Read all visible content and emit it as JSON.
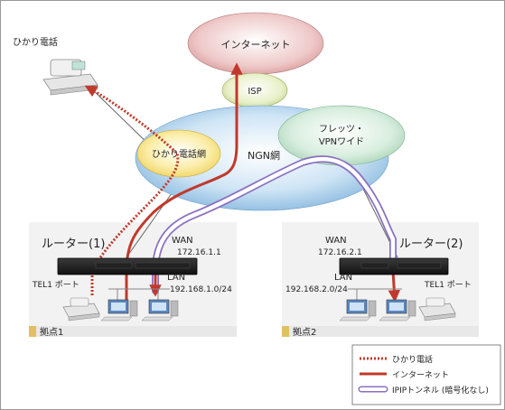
{
  "clouds": {
    "internet": "インターネット",
    "isp": "ISP",
    "ngn": "NGN網",
    "hikari_net": "ひかり電話網",
    "flets_vpn": [
      "フレッツ・",
      "VPNワイド"
    ]
  },
  "hikari_phone_label": "ひかり電話",
  "router1": {
    "title": "ルーター(1)",
    "wan_label": "WAN",
    "wan_ip": "172.16.1.1",
    "lan_label": "LAN",
    "lan_ip": "192.168.1.0/24",
    "tel_port": "TEL1 ポート",
    "site": "拠点1"
  },
  "router2": {
    "title": "ルーター(2)",
    "wan_label": "WAN",
    "wan_ip": "172.16.2.1",
    "lan_label": "LAN",
    "lan_ip": "192.168.2.0/24",
    "tel_port": "TEL1 ポート",
    "site": "拠点2"
  },
  "legend": {
    "items": [
      "ひかり電話",
      "インターネット",
      "IPIPトンネル (暗号化なし)"
    ]
  },
  "colors": {
    "internet": "#c0392b",
    "hikari_phone": "#c0392b",
    "tunnel": "#b39ddb",
    "site_bg": "#f2f2f2",
    "site_tag": "#e0c060"
  }
}
